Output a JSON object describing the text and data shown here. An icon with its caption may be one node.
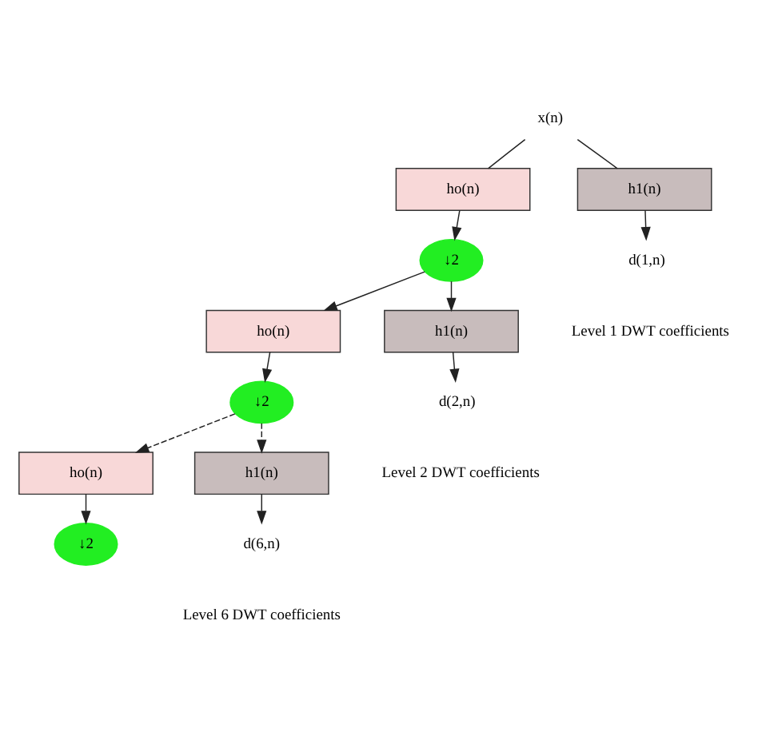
{
  "diagram": {
    "nodes": [
      {
        "text": [
          "x(n)"
        ]
      },
      {
        "text": [
          "ho(n)"
        ]
      },
      {
        "text": [
          "h1(n)"
        ]
      },
      {
        "text": [
          "↓2"
        ]
      },
      {
        "text": [
          "d(1,n)"
        ]
      },
      {
        "text": [
          "ho(n)"
        ]
      },
      {
        "text": [
          "h1(n)"
        ]
      },
      {
        "text": [
          "↓2"
        ]
      },
      {
        "text": [
          "d(2,n)"
        ]
      },
      {
        "text": [
          "ho(n)"
        ]
      },
      {
        "text": [
          "h1(n)"
        ]
      },
      {
        "text": [
          "↓2"
        ]
      },
      {
        "text": [
          "d(6,n)"
        ]
      }
    ],
    "edges": [
      {
        "from": 0,
        "to": 1,
        "arrow": "none"
      },
      {
        "from": 0,
        "to": 2,
        "arrow": "none"
      },
      {
        "from": 1,
        "to": 3,
        "arrow": "to"
      },
      {
        "from": 2,
        "to": 4,
        "arrow": "to"
      },
      {
        "from": 3,
        "to": 5,
        "arrow": "to"
      },
      {
        "from": 3,
        "to": 6,
        "arrow": "to"
      },
      {
        "from": 5,
        "to": 7,
        "arrow": "to"
      },
      {
        "from": 6,
        "to": 8,
        "arrow": "to"
      },
      {
        "from": 7,
        "to": 9,
        "arrow": "to",
        "style": "dashed"
      },
      {
        "from": 7,
        "to": 10,
        "arrow": "to",
        "style": "dashed"
      },
      {
        "from": 9,
        "to": 11,
        "arrow": "to"
      },
      {
        "from": 10,
        "to": 12,
        "arrow": "to"
      }
    ],
    "labels": [
      "Level 1 DWT coefficients",
      "Level 2 DWT coefficients",
      "Level 6 DWT coefficients"
    ]
  }
}
